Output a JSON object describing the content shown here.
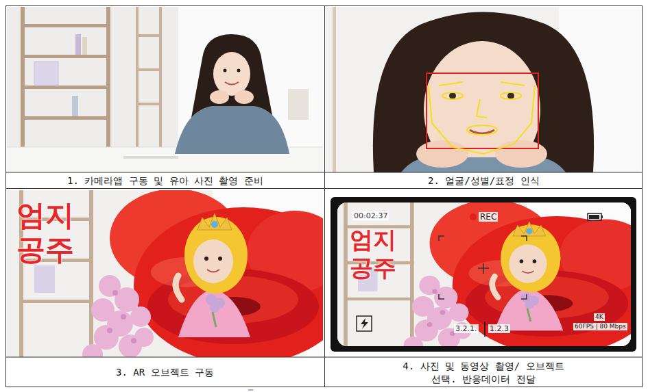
{
  "diagram": {
    "nodes": [
      {
        "text": [
          "1. 카메라앱 구동 및 유아 사진 촬영 준비"
        ]
      },
      {
        "text": [
          "2. 얼굴/성별/표정 인식"
        ]
      },
      {
        "text": [
          "3. AR 오브젝트 구동"
        ]
      },
      {
        "text": [
          "4. 사진 및 동영상 촬영/ 오브젝트 선택. 반응데이터 전달"
        ]
      }
    ],
    "labels": [
      "엄지 공주",
      "엄지 공주",
      "00:02:37",
      "REC",
      "3.2.1.",
      "1.2.3",
      "4K",
      "60FPS | 80 Mbps"
    ]
  }
}
